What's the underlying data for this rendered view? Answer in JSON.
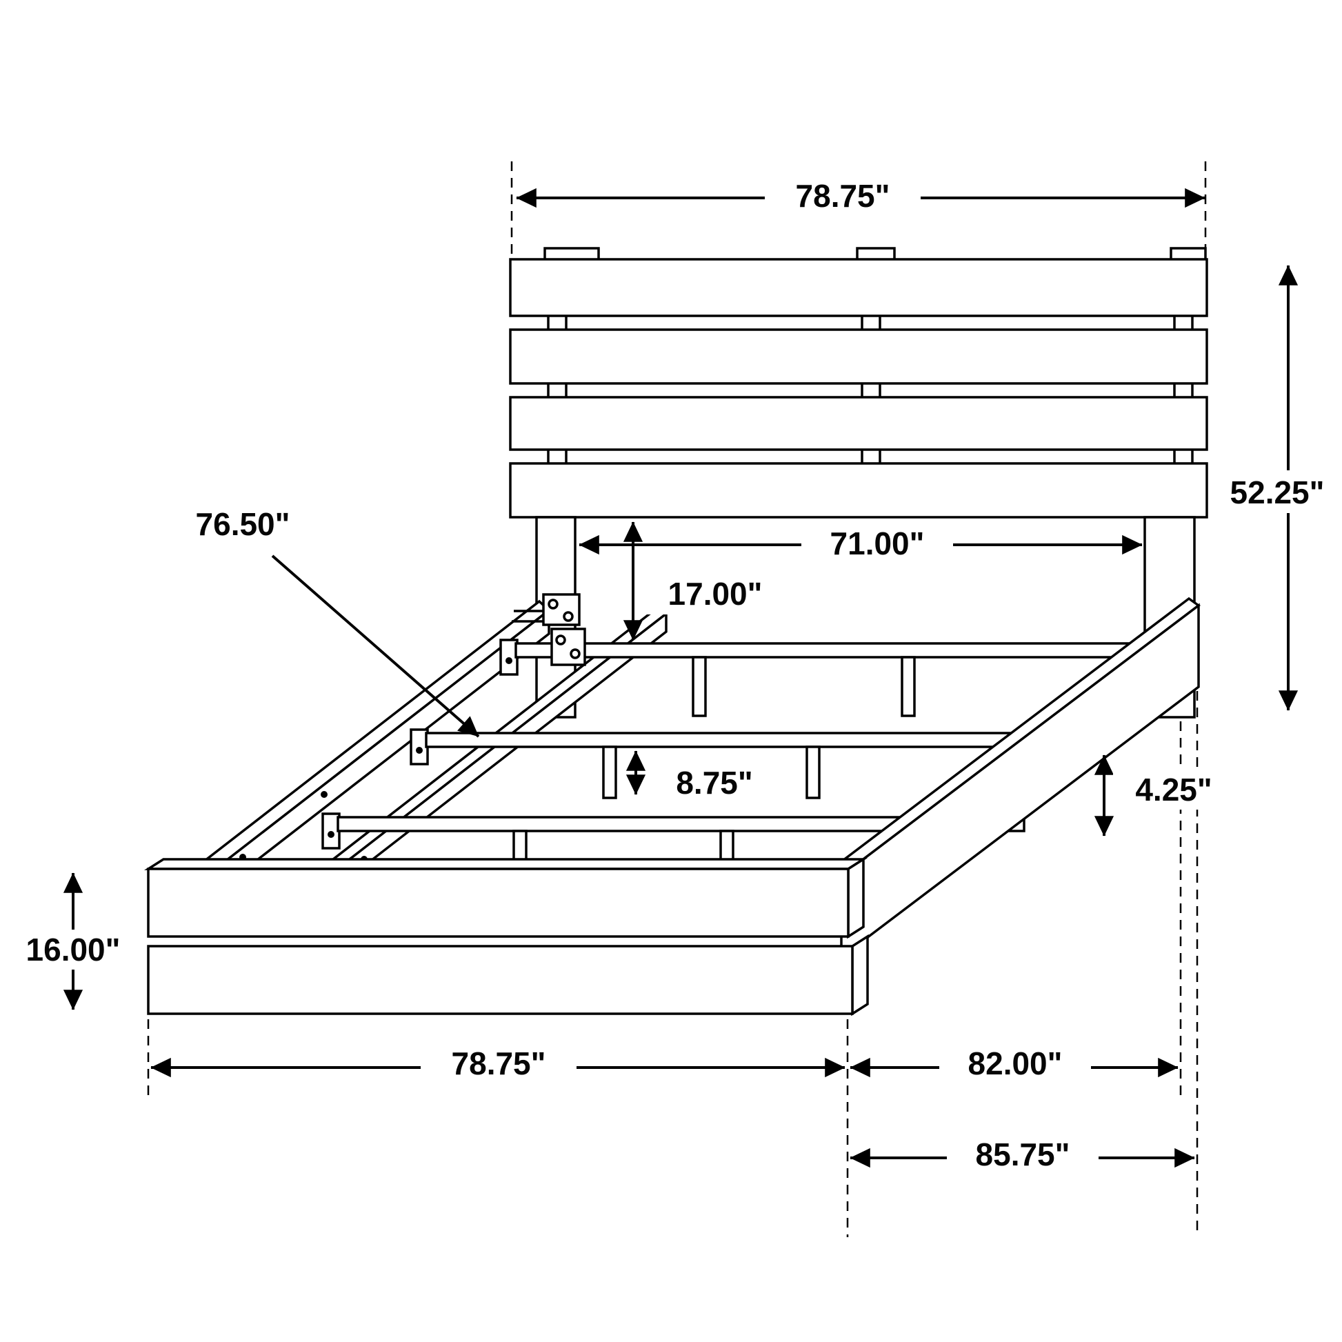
{
  "diagram": {
    "type": "furniture-dimension-drawing",
    "subject": "platform-bed-frame-with-slatted-headboard",
    "colors": {
      "background": "#ffffff",
      "line": "#000000"
    }
  },
  "annotations": {
    "top_width": "78.75\"",
    "right_height": "52.25\"",
    "rail_length": "76.50\"",
    "inner_width": "71.00\"",
    "under_headboard": "17.00\"",
    "support_leg_height": "8.75\"",
    "side_rail_height": "4.25\"",
    "footboard_height": "16.00\"",
    "bottom_width": "78.75\"",
    "frame_length": "82.00\"",
    "overall_length": "85.75\""
  }
}
